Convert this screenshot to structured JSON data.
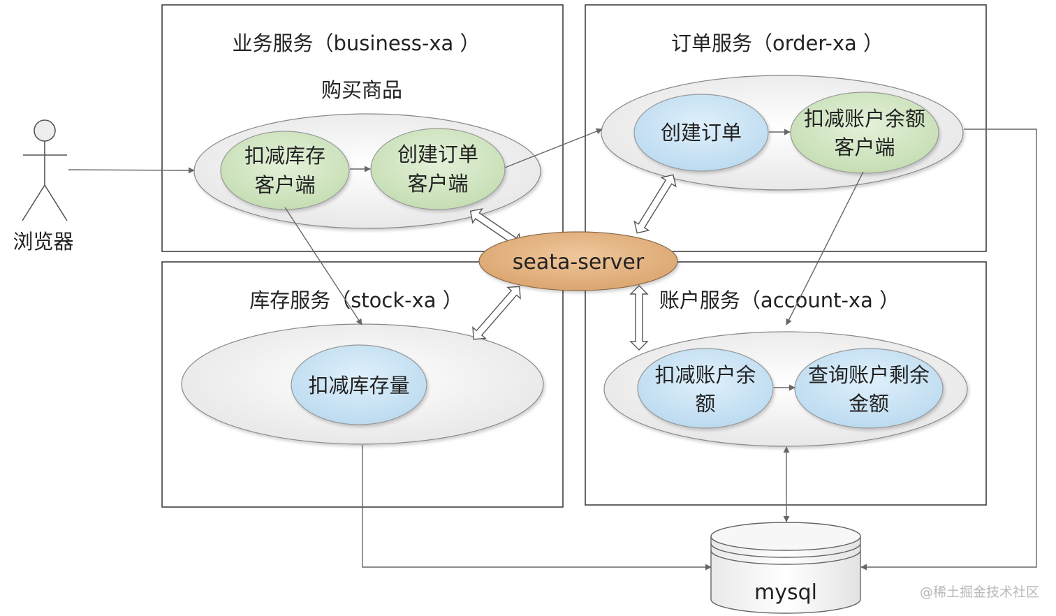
{
  "diagram": {
    "actor": {
      "label": "浏览器"
    },
    "boxes": {
      "business": {
        "title": "业务服务（business-xa ）",
        "subtitle": "购买商品"
      },
      "order": {
        "title": "订单服务（order-xa ）"
      },
      "stock": {
        "title": "库存服务（stock-xa ）"
      },
      "account": {
        "title": "账户服务（account-xa ）"
      }
    },
    "nodes": {
      "business_deduct_stock_client": {
        "line1": "扣减库存",
        "line2": "客户端"
      },
      "business_create_order_client": {
        "line1": "创建订单",
        "line2": "客户端"
      },
      "order_create_order": {
        "line1": "创建订单"
      },
      "order_deduct_balance_client": {
        "line1": "扣减账户余额",
        "line2": "客户端"
      },
      "stock_deduct_quantity": {
        "line1": "扣减库存量"
      },
      "account_deduct_balance": {
        "line1": "扣减账户余",
        "line2": "额"
      },
      "account_query_balance": {
        "line1": "查询账户剩余",
        "line2": "金额"
      }
    },
    "coordinator": {
      "label": "seata-server"
    },
    "database": {
      "label": "mysql"
    },
    "watermark": "@稀土掘金技术社区",
    "colors": {
      "green_node": "#d5e8c8",
      "blue_node": "#cfe6f5",
      "coordinator": "#e3b482",
      "group_ellipse": "#f2f2f2",
      "line": "#666666"
    }
  }
}
